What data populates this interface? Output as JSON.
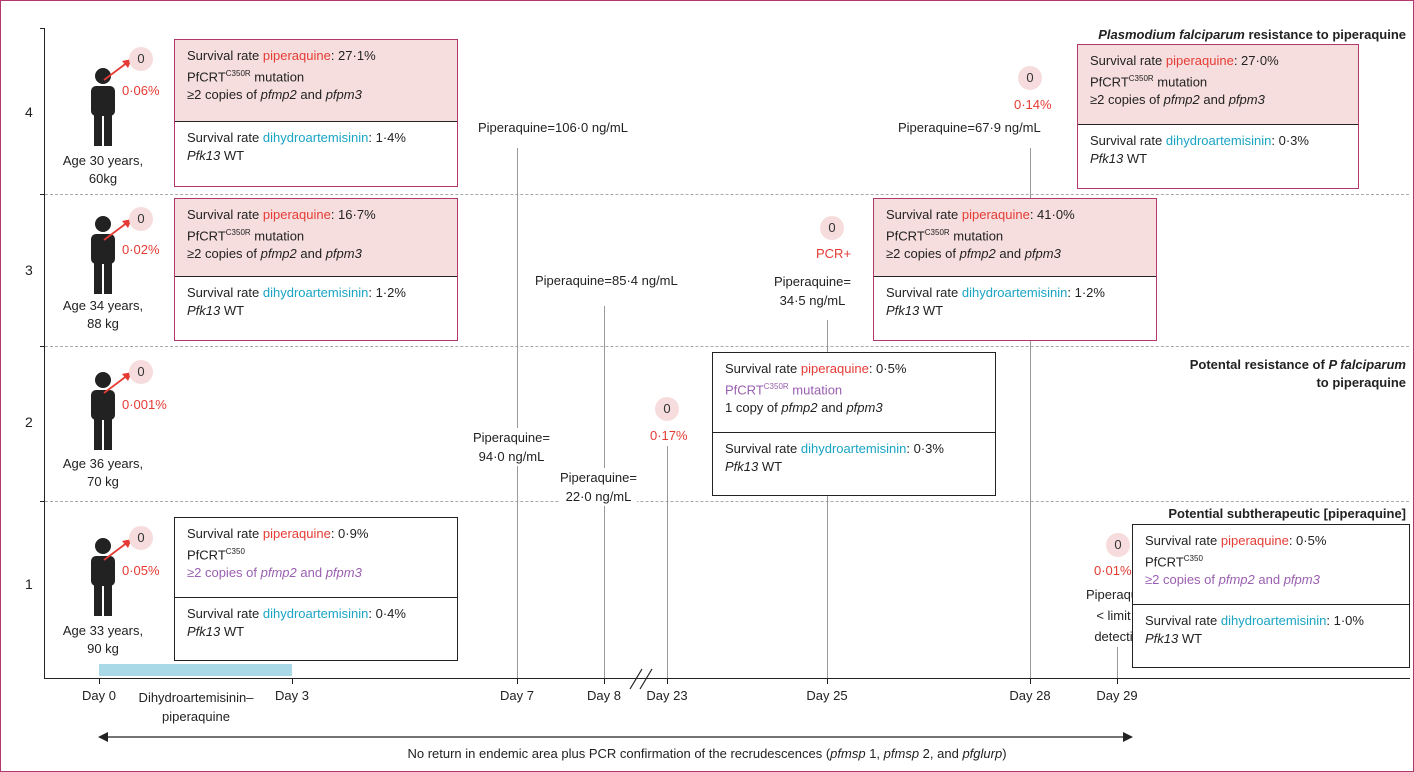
{
  "rows": [
    "4",
    "3",
    "2",
    "1"
  ],
  "days": [
    "Day 0",
    "Day 3",
    "Day 7",
    "Day 8",
    "Day 23",
    "Day 25",
    "Day 28",
    "Day 29"
  ],
  "treatment_label": "Dihydroartemisinin–\npiperaquine",
  "headings": {
    "resistance": "resistance to piperaquine",
    "resistance_species": "Plasmodium falciparum",
    "potential_resistance_1": "Potental resistance of",
    "potential_resistance_species": "P falciparum",
    "potential_resistance_2": "to piperaquine",
    "subtherapeutic": "Potential subtherapeutic [piperaquine]"
  },
  "patients": [
    {
      "age": "Age 30 years,",
      "weight": "60kg",
      "circle": "0",
      "pct": "0·06%"
    },
    {
      "age": "Age 34 years,",
      "weight": "88 kg",
      "circle": "0",
      "pct": "0·02%"
    },
    {
      "age": "Age 36 years,",
      "weight": "70 kg",
      "circle": "0",
      "pct": "0·001%"
    },
    {
      "age": "Age 33 years,",
      "weight": "90 kg",
      "circle": "0",
      "pct": "0·05%"
    }
  ],
  "later_events": [
    {
      "circle": "0",
      "pct": "0·14%"
    },
    {
      "circle": "0",
      "pct": "PCR+"
    },
    {
      "circle": "0",
      "pct": "0·17%"
    },
    {
      "circle": "0",
      "pct": "0·01%"
    }
  ],
  "concentrations": {
    "p4_day7": "Piperaquine=106·0 ng/mL",
    "p4_day28": "Piperaquine=67·9 ng/mL",
    "p3_day8": "Piperaquine=85·4 ng/mL",
    "p3_day25_a": "Piperaquine=",
    "p3_day25_b": "34·5 ng/mL",
    "p2_day7_a": "Piperaquine=",
    "p2_day7_b": "94·0 ng/mL",
    "p2_day23_a": "Piperaquine=",
    "p2_day23_b": "22·0 ng/mL",
    "p1_day29_a": "Piperaquine",
    "p1_day29_b": "< limit of",
    "p1_day29_c": "detection"
  },
  "text": {
    "survival_rate": "Survival rate ",
    "piperaquine": "piperaquine",
    "dihydroartemisinin": "dihydroartemisinin",
    "pfcrt": "PfCRT",
    "c350r": "C350R",
    "c350": "C350",
    "mutation": "mutation",
    "copies_prefix": "≥2 copies of ",
    "one_copy_prefix": "1 copy of ",
    "pfmp2": "pfmp2",
    "and": " and ",
    "pfpm3": "pfpm3",
    "pfk13": "Pfk13",
    "wt": " WT"
  },
  "boxes": [
    {
      "pip": ": 27·1%",
      "dha": ": 1·4%"
    },
    {
      "pip": ": 27·0%",
      "dha": ": 0·3%"
    },
    {
      "pip": ": 16·7%",
      "dha": ": 1·2%"
    },
    {
      "pip": ": 41·0%",
      "dha": ": 1·2%"
    },
    {
      "pip": ": 0·5%",
      "dha": ": 0·3%"
    },
    {
      "pip": ": 0·9%",
      "dha": ": 0·4%"
    },
    {
      "pip": ": 0·5%",
      "dha": ": 1·0%"
    }
  ],
  "footer": {
    "pre": "No return in endemic area plus PCR confirmation of the recrudescences (",
    "g1": "pfmsp",
    "n1": " 1, ",
    "g2": "pfmsp",
    "n2": " 2, and ",
    "g3": "pfglurp",
    "post": ")"
  },
  "colors": {
    "piperaquine": "#e53b34",
    "dihydroartemisinin": "#1aa4c4",
    "uncertain": "#9a5fb0",
    "resistant_fill": "#f7dede",
    "frame": "#b0386a"
  }
}
